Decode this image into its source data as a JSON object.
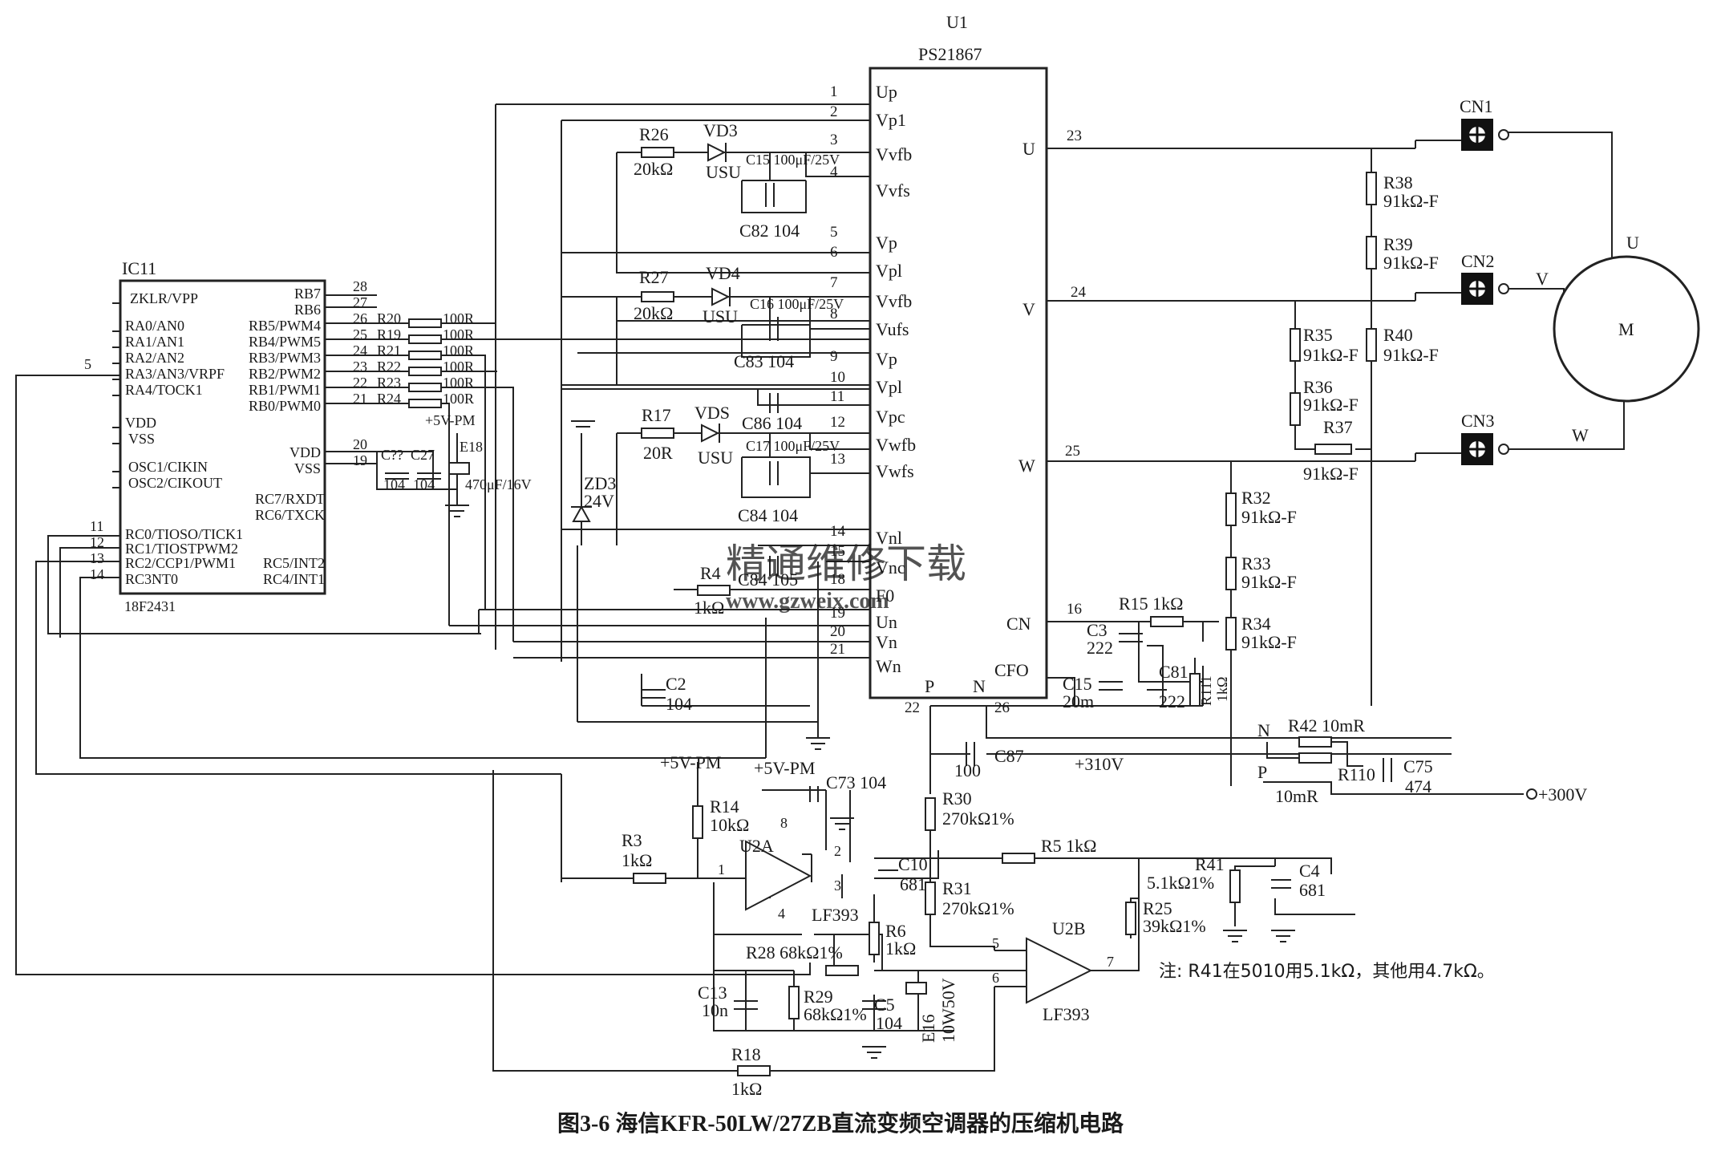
{
  "ic_main": {
    "ref": "U1",
    "part": "PS21867",
    "pins_left": [
      "Up",
      "Vp1",
      "Vvfb",
      "Vvfs",
      "Vp",
      "Vpl",
      "Vvfb",
      "Vufs",
      "Vp",
      "Vpl",
      "Vpc",
      "Vwfb",
      "Vwfs",
      "Vnl",
      "Vnc",
      "F0",
      "Un",
      "Vn",
      "Wn"
    ],
    "pins_right": [
      "U",
      "V",
      "W",
      "CN",
      "CFO"
    ],
    "pins_bottom": [
      "P",
      "N"
    ],
    "pin_numbers": [
      "1",
      "2",
      "3",
      "4",
      "5",
      "6",
      "7",
      "8",
      "9",
      "10",
      "11",
      "12",
      "13",
      "14",
      "15",
      "18",
      "19",
      "20",
      "21",
      "23",
      "24",
      "25",
      "16",
      "26",
      "22"
    ]
  },
  "ic_mcu": {
    "ref": "IC11",
    "part": "18F2431",
    "pins_left": [
      "ZKLR/VPP",
      "RA0/AN0",
      "RA1/AN1",
      "RA2/AN2",
      "RA3/AN3/VRPF",
      "RA4/TOCK1",
      "VDD",
      "VSS",
      "OSC1/CIKIN",
      "OSC2/CIKOUT",
      "RC0/TIOSO/TICK1",
      "RC1/TIOSTPWM2",
      "RC2/CCP1/PWM1",
      "RC3NT0"
    ],
    "pins_right": [
      "RB7",
      "RB6",
      "RB5/PWM4",
      "RB4/PWM5",
      "RB3/PWM3",
      "RB2/PWM2",
      "RB1/PWM1",
      "RB0/PWM0",
      "VDD",
      "VSS",
      "RC7/RXDT",
      "RC6/TXCK",
      "RC5/INT2",
      "RC4/INT1"
    ],
    "pin_numbers": [
      "28",
      "27",
      "26",
      "25",
      "24",
      "23",
      "22",
      "21",
      "20",
      "19",
      "5",
      "11",
      "12",
      "13",
      "14"
    ]
  },
  "connectors": [
    "CN1",
    "CN2",
    "CN3"
  ],
  "motor": {
    "label": "M",
    "phases": [
      "U",
      "V",
      "W"
    ]
  },
  "labels": {
    "r26": "R26",
    "r26v": "20kΩ",
    "vd3": "VD3",
    "usu1": "USU",
    "c15a": "C15 100μF/25V",
    "c82": "C82 104",
    "r27": "R27",
    "r27v": "20kΩ",
    "vd4": "VD4",
    "usu2": "USU",
    "c16": "C16 100μF/25V",
    "c83": "C83 104",
    "r17": "R17",
    "r17v": "20R",
    "vd5": "VDS",
    "usu3": "USU",
    "c86": "C86 104",
    "c17": "C17 100μF/25V",
    "c84a": "C84 104",
    "r4": "R4",
    "r4v": "1kΩ",
    "c84b": "C84 105",
    "zd3": "ZD3",
    "zd3v": "24V",
    "c2": "C2",
    "c2v": "104",
    "r20": "R20",
    "r19": "R19",
    "r21": "R21",
    "r22": "R22",
    "r23": "R23",
    "r24": "R24",
    "r100": "100R",
    "pm5": "+5V-PM",
    "c27a": "C??",
    "c27": "C27",
    "e18": "E18",
    "e18v": "470μF/16V",
    "v104": "104",
    "r15": "R15 1kΩ",
    "c3": "C3",
    "c3v": "222",
    "c15b": "C15",
    "c15bv": "20m",
    "c81": "C81",
    "c81v": "222",
    "r111": "R111",
    "r111v": "1kΩ",
    "r38": "R38",
    "r39": "R39",
    "r40": "R40",
    "r35": "R35",
    "r36": "R36",
    "r37": "R37",
    "r32": "R32",
    "r33": "R33",
    "r34": "R34",
    "r91": "91kΩ-F",
    "nlbl": "N",
    "plbl": "P",
    "r42": "R42 10mR",
    "r110": "R110",
    "r110v": "10mR",
    "c75": "C75",
    "c75v": "474",
    "c87": "C87",
    "c87v": "100",
    "v310": "+310V",
    "v300": "+300V",
    "r30": "R30",
    "r30v": "270kΩ1%",
    "r31": "R31",
    "r31v": "270kΩ1%",
    "r14": "R14",
    "r14v": "10kΩ",
    "c73": "C73 104",
    "u2a": "U2A",
    "lf393a": "LF393",
    "lf393b": "LF393",
    "u2b": "U2B",
    "r3": "R3",
    "r3v": "1kΩ",
    "c10": "C10",
    "c10v": "681",
    "r5": "R5 1kΩ",
    "r6": "R6",
    "r6v": "1kΩ",
    "r28": "R28 68kΩ1%",
    "r29": "R29",
    "r29v": "68kΩ1%",
    "c13": "C13",
    "c13v": "10n",
    "c5": "C5",
    "c5v": "104",
    "e16": "E16",
    "e16v": "10W50V",
    "r41": "R41",
    "r41v": "5.1kΩ1%",
    "r25": "R25",
    "r25v": "39kΩ1%",
    "c4": "C4",
    "c4v": "681",
    "r18": "R18",
    "r18v": "1kΩ",
    "n8": "8",
    "n4": "4",
    "n1": "1",
    "n2": "2",
    "n3": "3",
    "n5": "5",
    "n6": "6",
    "n7": "7",
    "note": "注: R41在5010用5.1kΩ，其他用4.7kΩ。"
  },
  "watermark": {
    "text": "精通维修下载",
    "url": "www.gzweix.com"
  },
  "caption": "图3-6   海信KFR-50LW/27ZB直流变频空调器的压缩机电路"
}
